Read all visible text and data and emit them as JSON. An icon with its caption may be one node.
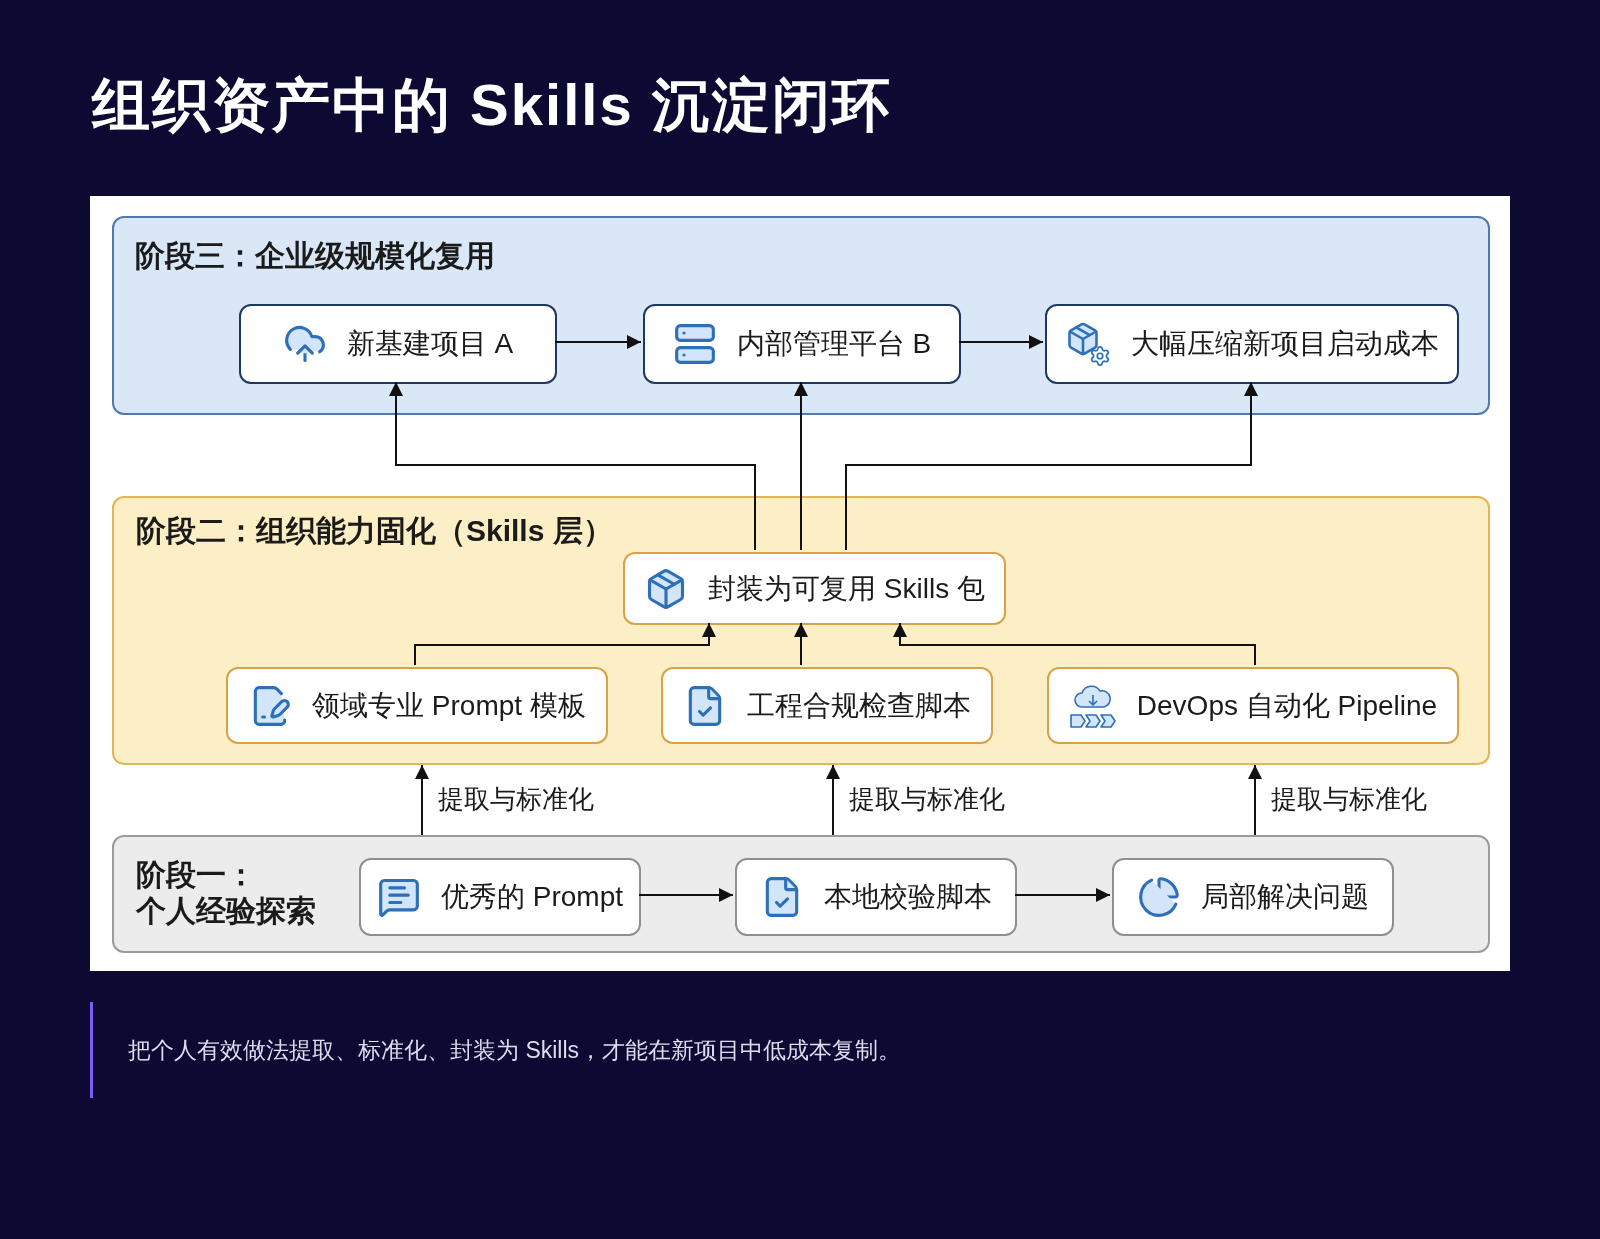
{
  "diagram": {
    "title": "组织资产中的 Skills 沉淀闭环",
    "caption": "把个人有效做法提取、标准化、封装为 Skills，才能在新项目中低成本复制。",
    "nodes": [
      {
        "text": [
          "阶段三：企业级规模化复用"
        ]
      },
      {
        "text": [
          "新基建项目 A"
        ],
        "in": 0
      },
      {
        "text": [
          "内部管理平台 B"
        ],
        "in": 0
      },
      {
        "text": [
          "大幅压缩新项目启动成本"
        ],
        "in": 0
      },
      {
        "text": [
          "阶段二：组织能力固化（Skills 层）"
        ]
      },
      {
        "text": [
          "封装为可复用 Skills 包"
        ],
        "in": 4
      },
      {
        "text": [
          "领域专业 Prompt 模板"
        ],
        "in": 4
      },
      {
        "text": [
          "工程合规检查脚本"
        ],
        "in": 4
      },
      {
        "text": [
          "DevOps 自动化 Pipeline"
        ],
        "in": 4
      },
      {
        "text": [
          "阶段一：个人经验探索"
        ]
      },
      {
        "text": [
          "优秀的 Prompt"
        ],
        "in": 9
      },
      {
        "text": [
          "本地校验脚本"
        ],
        "in": 9
      },
      {
        "text": [
          "局部解决问题"
        ],
        "in": 9
      }
    ],
    "edges": [
      {
        "from": 10,
        "to": 11,
        "arrow": "to"
      },
      {
        "from": 11,
        "to": 12,
        "arrow": "to"
      },
      {
        "from": 9,
        "to": 4,
        "arrow": "to",
        "label": "提取与标准化"
      },
      {
        "from": 9,
        "to": 4,
        "arrow": "to",
        "label": "提取与标准化"
      },
      {
        "from": 9,
        "to": 4,
        "arrow": "to",
        "label": "提取与标准化"
      },
      {
        "from": 6,
        "to": 5,
        "arrow": "to"
      },
      {
        "from": 7,
        "to": 5,
        "arrow": "to"
      },
      {
        "from": 8,
        "to": 5,
        "arrow": "to"
      },
      {
        "from": 5,
        "to": 1,
        "arrow": "to"
      },
      {
        "from": 5,
        "to": 2,
        "arrow": "to"
      },
      {
        "from": 5,
        "to": 3,
        "arrow": "to"
      },
      {
        "from": 1,
        "to": 2,
        "arrow": "to"
      },
      {
        "from": 2,
        "to": 3,
        "arrow": "to"
      }
    ]
  }
}
